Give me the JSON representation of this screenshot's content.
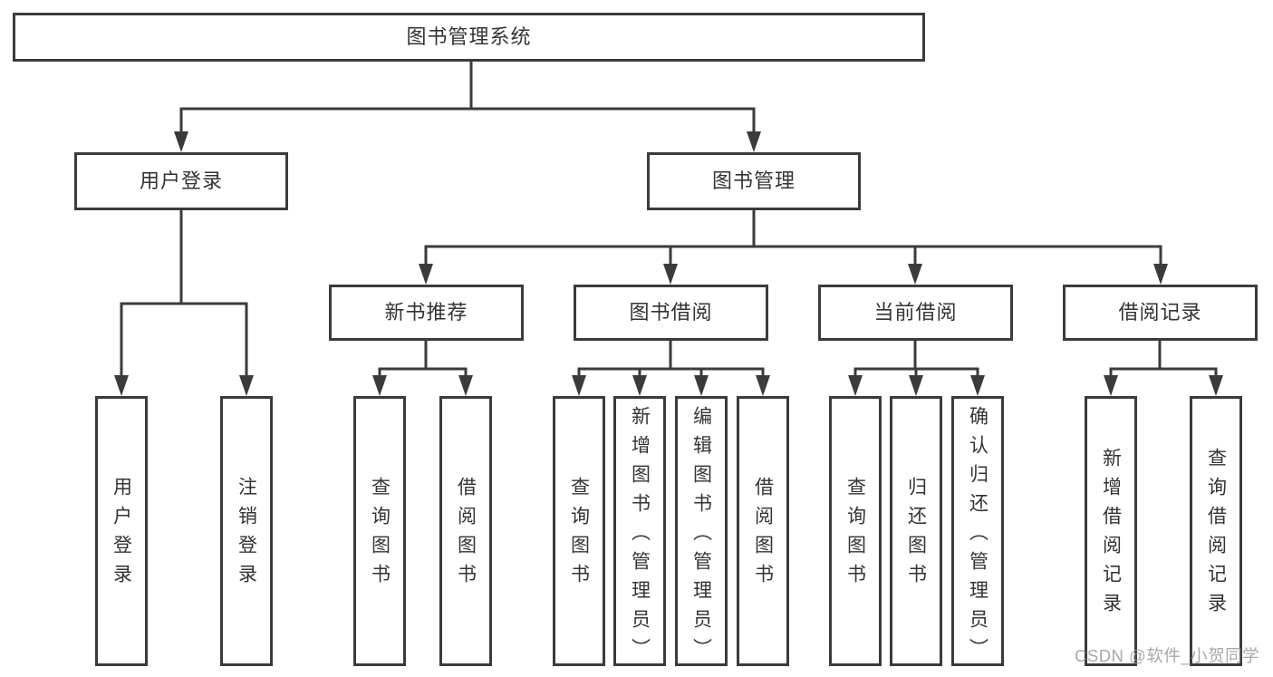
{
  "diagram": {
    "root": {
      "label": "图书管理系统"
    },
    "level2": [
      {
        "label": "用户登录"
      },
      {
        "label": "图书管理"
      }
    ],
    "level3": [
      {
        "label": "新书推荐"
      },
      {
        "label": "图书借阅"
      },
      {
        "label": "当前借阅"
      },
      {
        "label": "借阅记录"
      }
    ],
    "leaves": [
      {
        "label": "用户登录"
      },
      {
        "label": "注销登录"
      },
      {
        "label": "查询图书"
      },
      {
        "label": "借阅图书"
      },
      {
        "label": "查询图书"
      },
      {
        "label": "新增图书（管理员）"
      },
      {
        "label": "编辑图书（管理员）"
      },
      {
        "label": "借阅图书"
      },
      {
        "label": "查询图书"
      },
      {
        "label": "归还图书"
      },
      {
        "label": "确认归还（管理员）"
      },
      {
        "label": "新增借阅记录"
      },
      {
        "label": "查询借阅记录"
      }
    ]
  },
  "watermark": {
    "text": "CSDN @软件_小贺同学"
  },
  "colors": {
    "line": "#3b3b3b",
    "text": "#333333",
    "watermark": "#9b9b9b",
    "background": "#ffffff"
  }
}
